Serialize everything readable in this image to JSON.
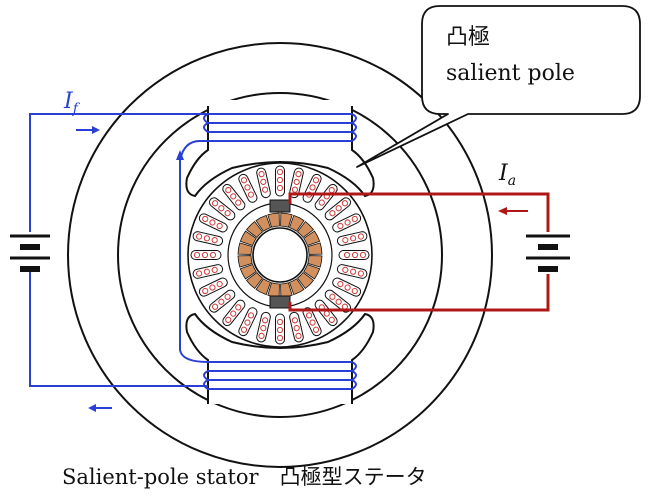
{
  "callout": {
    "line1": "凸極",
    "line2": "salient pole"
  },
  "labels": {
    "field_current": "I",
    "field_current_sub": "f",
    "armature_current": "I",
    "armature_current_sub": "a"
  },
  "caption": "Salient-pole stator　凸極型ステータ",
  "colors": {
    "field_circuit": "#2a3fd6",
    "armature_circuit": "#b01818",
    "outline": "#111111",
    "commutator": "#d2905e",
    "winding": "#d23c3c",
    "brush": "#555555"
  },
  "armature": {
    "slot_count": 28
  },
  "icons": {
    "field_battery": "battery-icon",
    "armature_battery": "battery-icon"
  }
}
